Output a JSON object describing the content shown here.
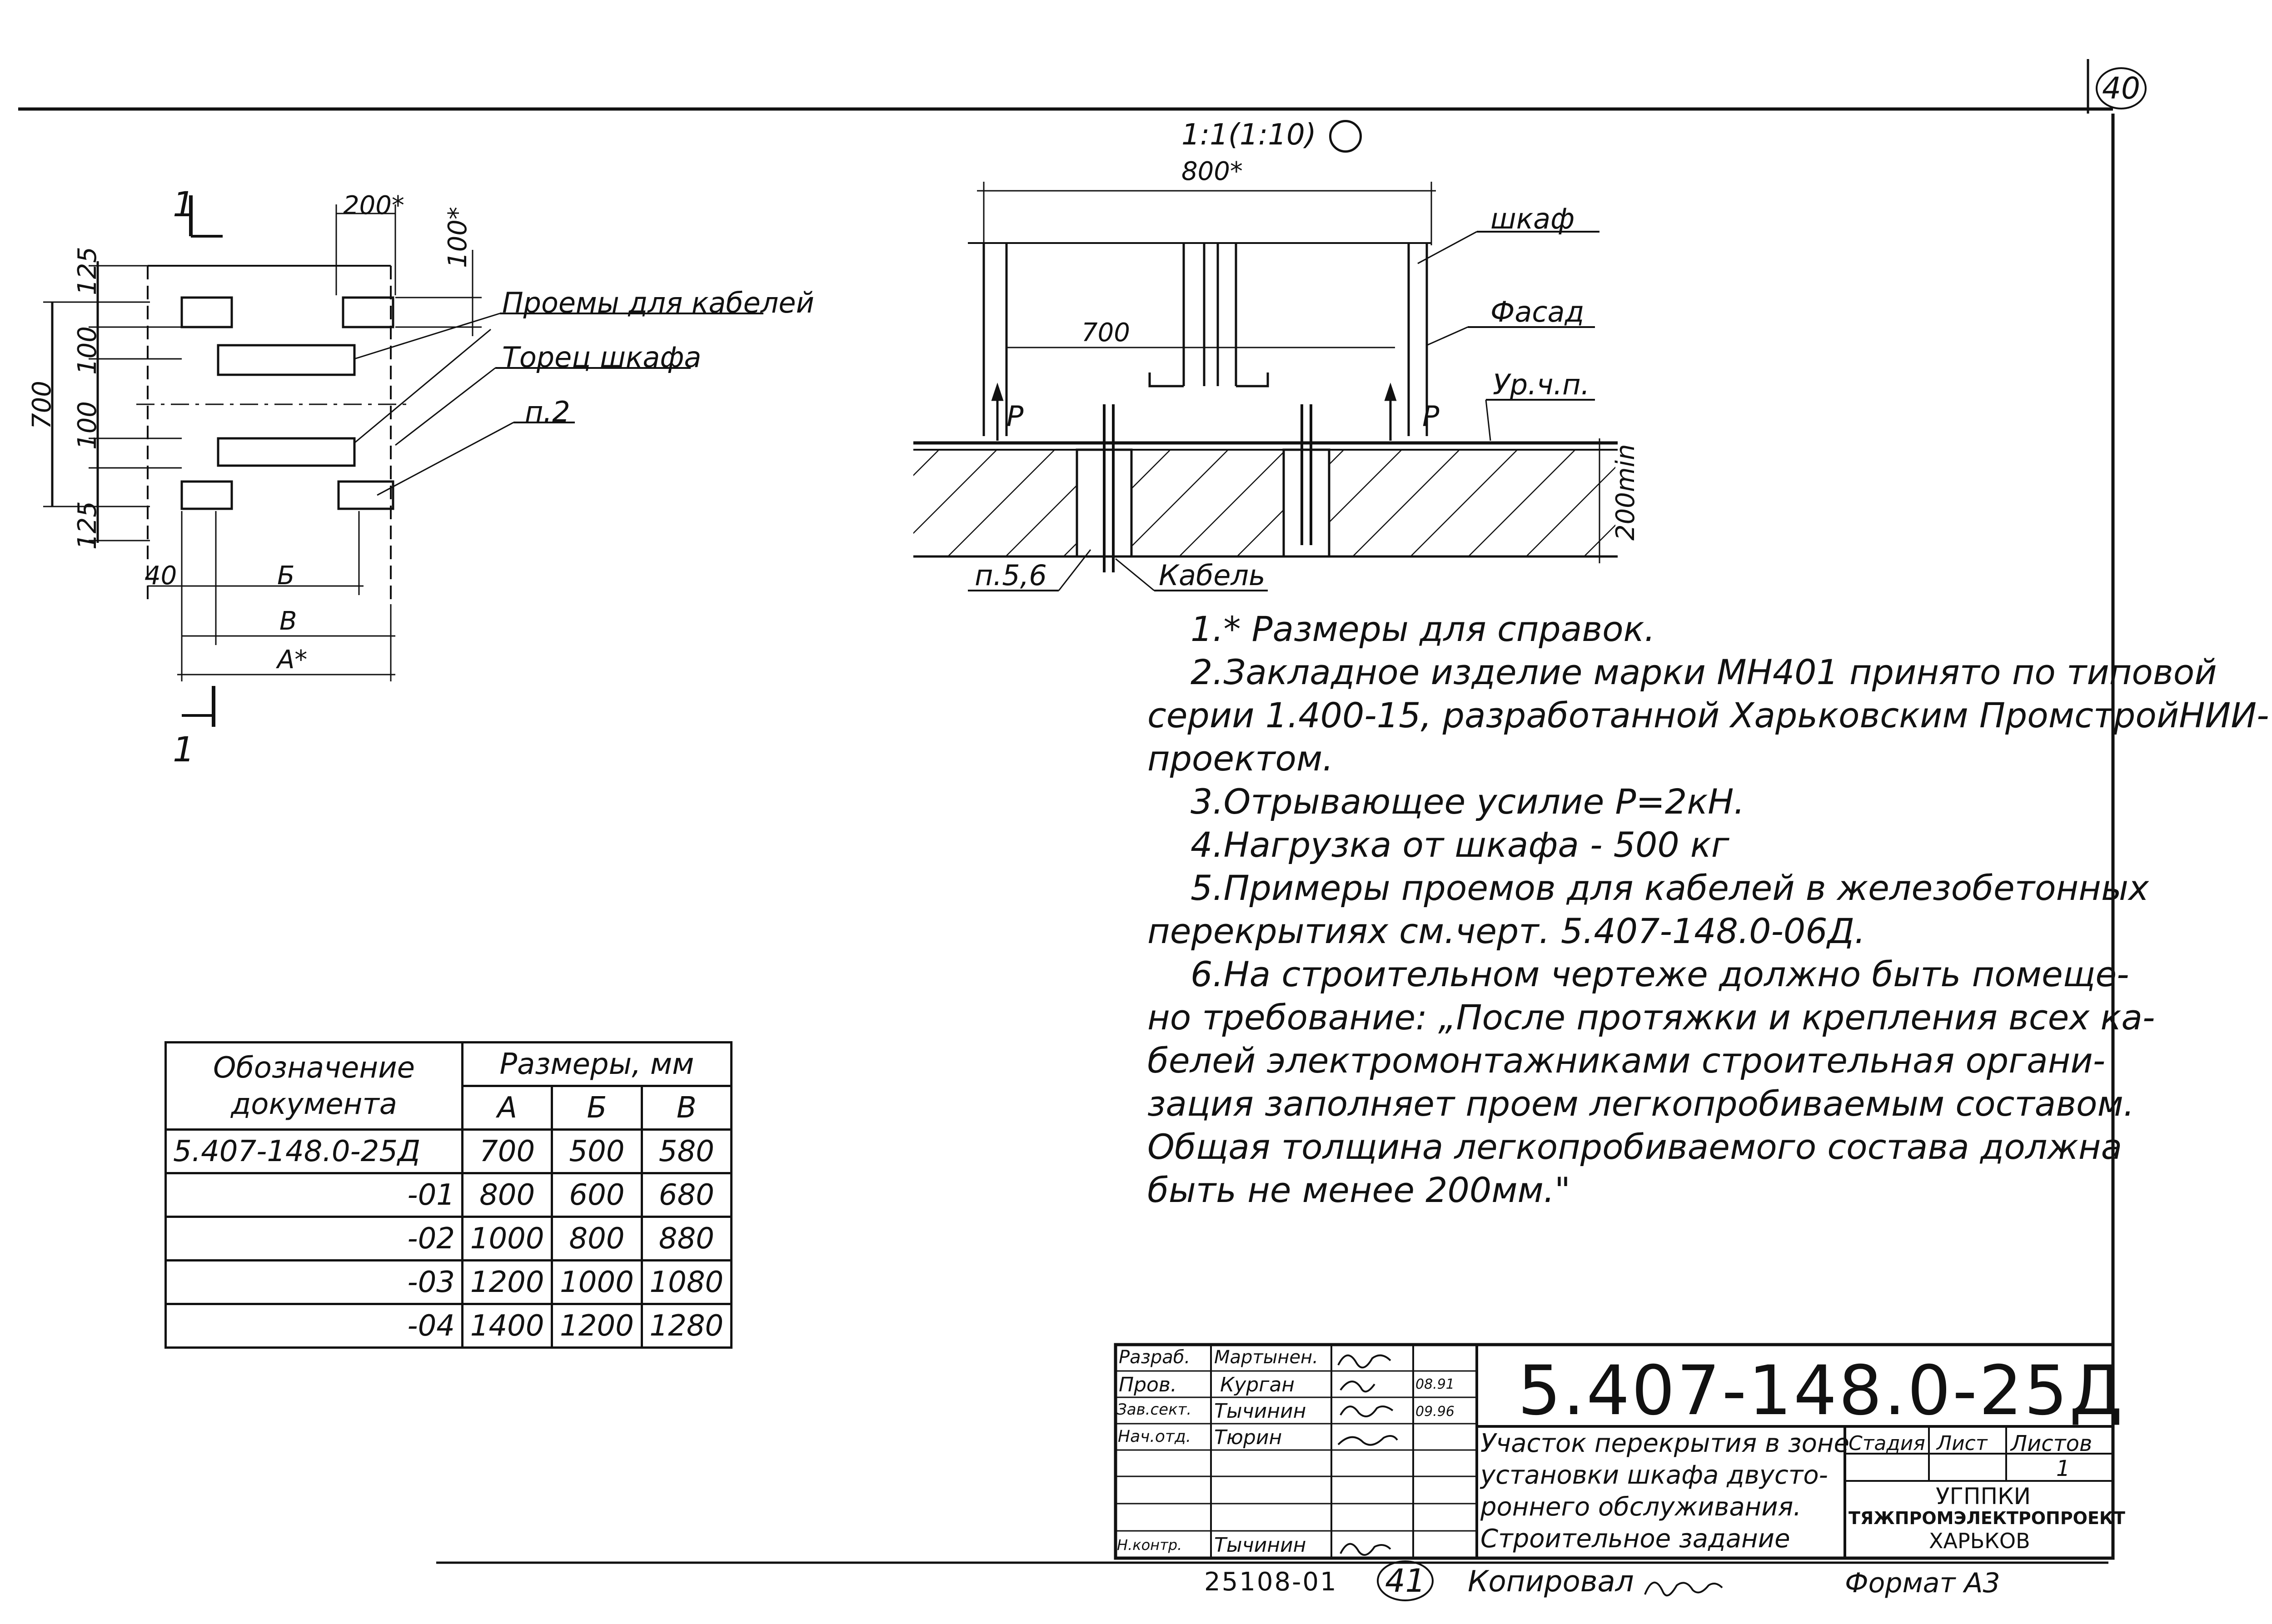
{
  "sheet": {
    "corner_number": "40",
    "bottom_number": "41"
  },
  "plan": {
    "section_mark_top": "1",
    "section_mark_bottom": "1",
    "dim_200": "200*",
    "dim_100_star": "100*",
    "dim_125_top": "125",
    "dim_100_a": "100",
    "dim_700": "700",
    "dim_100_b": "100",
    "dim_125_bottom": "125",
    "dim_40": "40",
    "dim_b_cyr": "Б",
    "dim_v": "В",
    "dim_a": "А*",
    "callout_openings": "Проемы для кабелей",
    "callout_end": "Торец шкафа",
    "callout_item": "п.2"
  },
  "section": {
    "scale": "1:1(1:10)",
    "dim_800": "800*",
    "dim_700": "700",
    "label_cabinet": "шкаф",
    "label_facade": "Фасад",
    "label_floor_level": "Ур.ч.п.",
    "force_left": "P",
    "force_right": "P",
    "dim_200min": "200min",
    "label_items": "п.5,6",
    "label_cable": "Кабель"
  },
  "notes": [
    "1.* Размеры для справок.",
    "2.Закладное изделие марки МН401 принято по типовой",
    "серии 1.400-15, разработанной Харьковским ПромстройНИИ-",
    "проектом.",
    "3.Отрывающее усилие P=2кН.",
    "4.Нагрузка от шкафа - 500 кг",
    "5.Примеры проемов для кабелей в железобетонных",
    "перекрытиях см.черт. 5.407-148.0-06Д.",
    "6.На строительном чертеже должно быть помеще-",
    "но требование: „После протяжки и крепления всех ка-",
    "белей электромонтажниками строительная органи-",
    "зация заполняет проем легкопробиваемым составом.",
    "Общая толщина легкопробиваемого состава должна",
    "быть не менее 200мм.\""
  ],
  "dim_table": {
    "header_doc": "Обозначение документа",
    "header_sizes": "Размеры, мм",
    "col_a": "А",
    "col_b": "Б",
    "col_v": "В",
    "rows": [
      {
        "doc": "5.407-148.0-25Д",
        "a": "700",
        "b": "500",
        "v": "580"
      },
      {
        "doc": "-01",
        "a": "800",
        "b": "600",
        "v": "680"
      },
      {
        "doc": "-02",
        "a": "1000",
        "b": "800",
        "v": "880"
      },
      {
        "doc": "-03",
        "a": "1200",
        "b": "1000",
        "v": "1080"
      },
      {
        "doc": "-04",
        "a": "1400",
        "b": "1200",
        "v": "1280"
      }
    ]
  },
  "title_block": {
    "doc_number": "5.407-148.0-25Д",
    "rows": [
      {
        "role": "Разраб.",
        "name": "Мартынен.",
        "date": ""
      },
      {
        "role": "Пров.",
        "name": "Курган",
        "date": "08.91"
      },
      {
        "role": "Зав.сект.",
        "name": "Тычинин",
        "date": "09.96"
      },
      {
        "role": "Нач.отд.",
        "name": "Тюрин",
        "date": ""
      },
      {
        "role": "Н.контр.",
        "name": "Тычинин",
        "date": ""
      }
    ],
    "title_lines": [
      "Участок перекрытия в зоне",
      "установки шкафа двусто-",
      "роннего обслуживания.",
      "Строительное задание"
    ],
    "stage_label": "Стадия",
    "sheet_label": "Лист",
    "sheets_label": "Листов",
    "sheets_value": "1",
    "org_line1": "УГППКИ",
    "org_line2": "ТЯЖПРОМЭЛЕКТРОПРОЕКТ",
    "org_line3": "ХАРЬКОВ"
  },
  "footer": {
    "inv_number": "25108-01",
    "copied_label": "Копировал",
    "format_label": "Формат А3"
  }
}
